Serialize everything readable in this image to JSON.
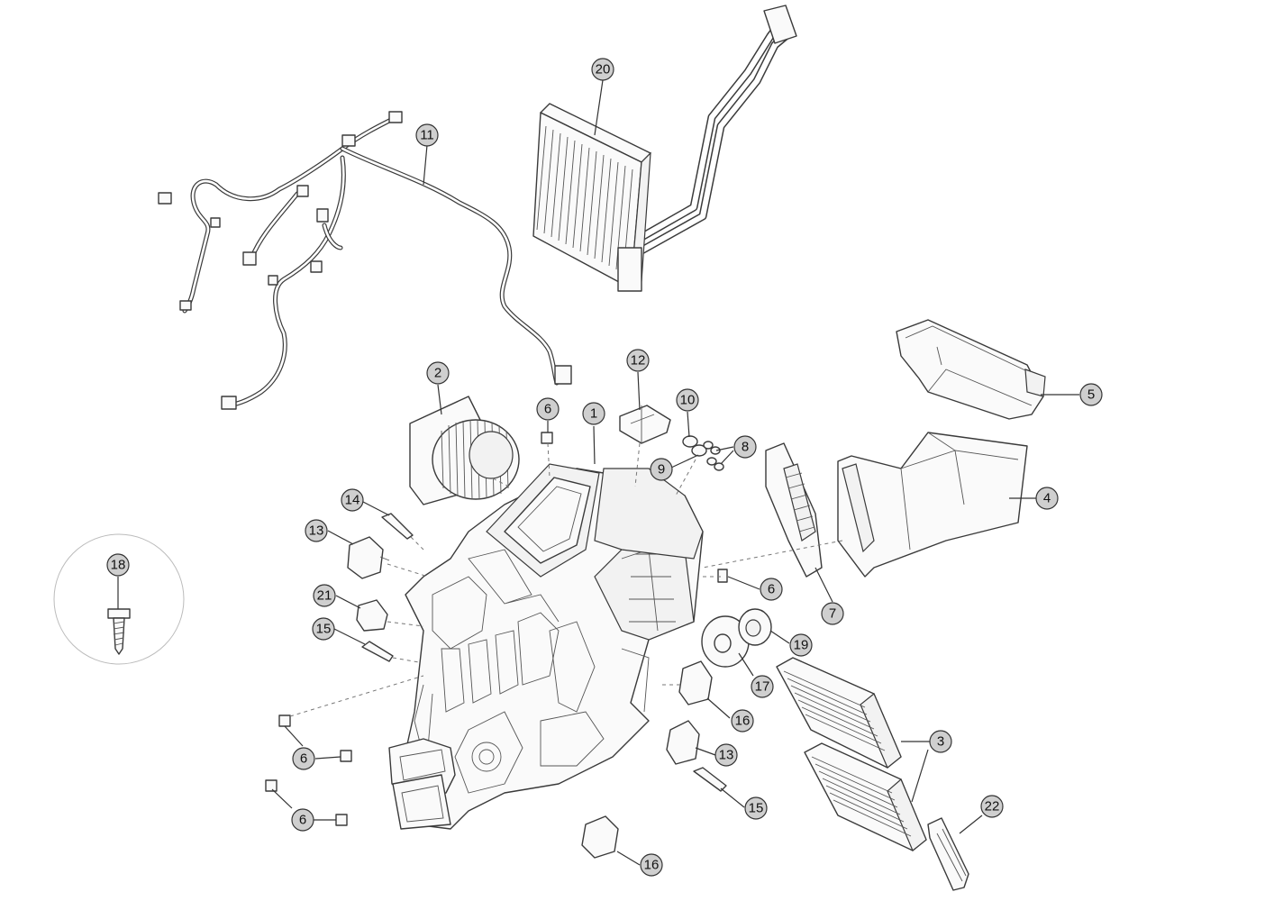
{
  "callouts": {
    "c1": "1",
    "c2": "2",
    "c3": "3",
    "c4": "4",
    "c5": "5",
    "c6a": "6",
    "c6b": "6",
    "c6c": "6",
    "c6d": "6",
    "c7": "7",
    "c8": "8",
    "c9": "9",
    "c10": "10",
    "c11": "11",
    "c12": "12",
    "c13a": "13",
    "c13b": "13",
    "c14": "14",
    "c15a": "15",
    "c15b": "15",
    "c16a": "16",
    "c16b": "16",
    "c17": "17",
    "c18": "18",
    "c19": "19",
    "c20": "20",
    "c21": "21",
    "c22": "22"
  },
  "colors": {
    "callout_fill": "#cfcfcf",
    "line": "#3a3a3a",
    "background": "#ffffff"
  }
}
